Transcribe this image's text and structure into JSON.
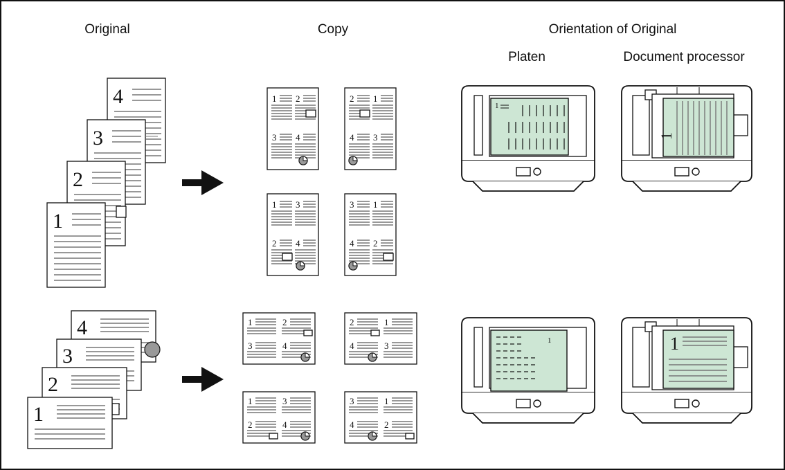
{
  "headers": {
    "original": "Original",
    "copy": "Copy",
    "orientation": "Orientation of Original",
    "platen": "Platen",
    "document_processor": "Document processor"
  },
  "page_numbers": [
    "1",
    "2",
    "3",
    "4"
  ],
  "colors": {
    "stroke": "#111111",
    "line": "#777777",
    "glass": "#cde6d4",
    "pie_fill": "#999999",
    "arrow": "#111111"
  },
  "icons": [
    "arrow-right-icon",
    "copier-platen-icon",
    "copier-document-processor-icon"
  ]
}
